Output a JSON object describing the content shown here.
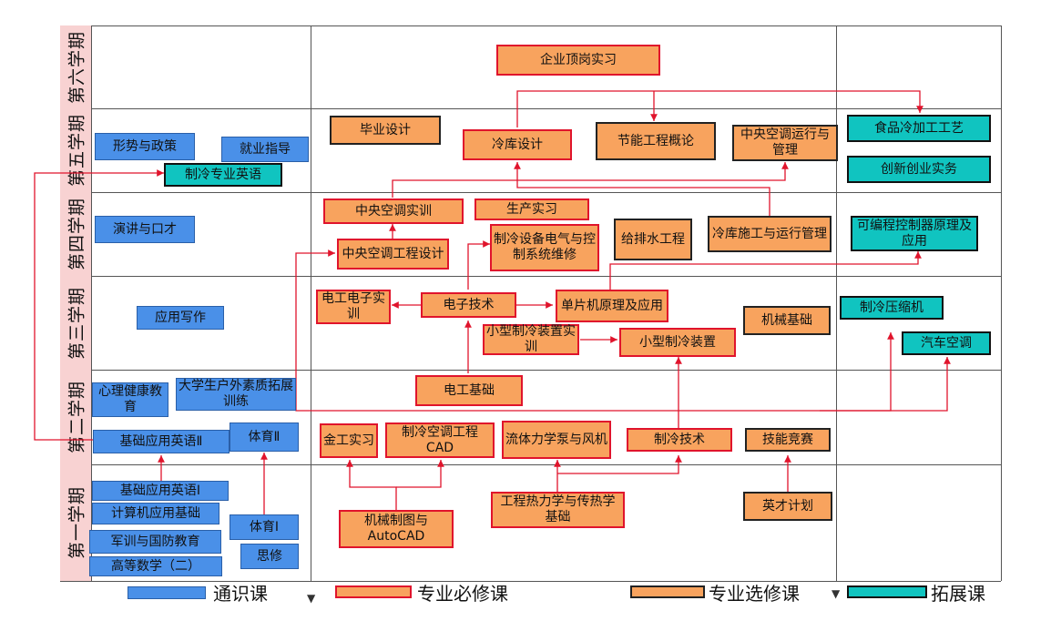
{
  "semesters": [
    "第六学期",
    "第五学期",
    "第四学期",
    "第三学期",
    "第二学期",
    "第一学期"
  ],
  "courses": {
    "c6_1": "企业顶岗实习",
    "c5_xs": "形势与政策",
    "c5_jy": "就业指导",
    "c5_zlyy": "制冷专业英语",
    "c5_by": "毕业设计",
    "c5_lk": "冷库设计",
    "c5_jn": "节能工程概论",
    "c5_zy": "中央空调运行与管理",
    "c5_sp": "食品冷加工工艺",
    "c5_cx": "创新创业实务",
    "c4_yj": "演讲与口才",
    "c4_zysx": "中央空调实训",
    "c4_sc": "生产实习",
    "c4_zygc": "中央空调工程设计",
    "c4_zlsb": "制冷设备电气与控制系统维修",
    "c4_gps": "给排水工程",
    "c4_lksg": "冷库施工与运行管理",
    "c4_kbc": "可编程控制器原理及应用",
    "c3_yy": "应用写作",
    "c3_dzsx": "电工电子实训",
    "c3_dzjs": "电子技术",
    "c3_dpj": "单片机原理及应用",
    "c3_xxsx": "小型制冷装置实训",
    "c3_xxzl": "小型制冷装置",
    "c3_jx": "机械基础",
    "c3_ysj": "制冷压缩机",
    "c3_qc": "汽车空调",
    "c2_xl": "心理健康教育",
    "c2_dx": "大学生户外素质拓展训练",
    "c2_dg": "电工基础",
    "c2_jcyy": "基础应用英语Ⅱ",
    "c2_ty": "体育Ⅱ",
    "c2_jg": "金工实习",
    "c2_cad": "制冷空调工程CAD",
    "c2_lt": "流体力学泵与风机",
    "c2_zljs": "制冷技术",
    "c2_jnjs": "技能竞赛",
    "c1_jcyy": "基础应用英语Ⅰ",
    "c1_jsj": "计算机应用基础",
    "c1_jx": "军训与国防教育",
    "c1_gd": "高等数学（二）",
    "c1_ty": "体育Ⅰ",
    "c1_sx": "思修",
    "c1_jxzt": "机械制图与AutoCAD",
    "c1_gcrl": "工程热力学与传热学基础",
    "c1_yc": "英才计划"
  },
  "legend": {
    "general": "通识课",
    "required": "专业必修课",
    "elective": "专业选修课",
    "extension": "拓展课"
  },
  "colors": {
    "general": "#4a90e8",
    "required": "#f8a35e",
    "required_border": "#e0142c",
    "elective": "#f8a35e",
    "extension": "#10c4c0",
    "arrow": "#e0142c",
    "semester_bg": "#f8d2d2"
  }
}
